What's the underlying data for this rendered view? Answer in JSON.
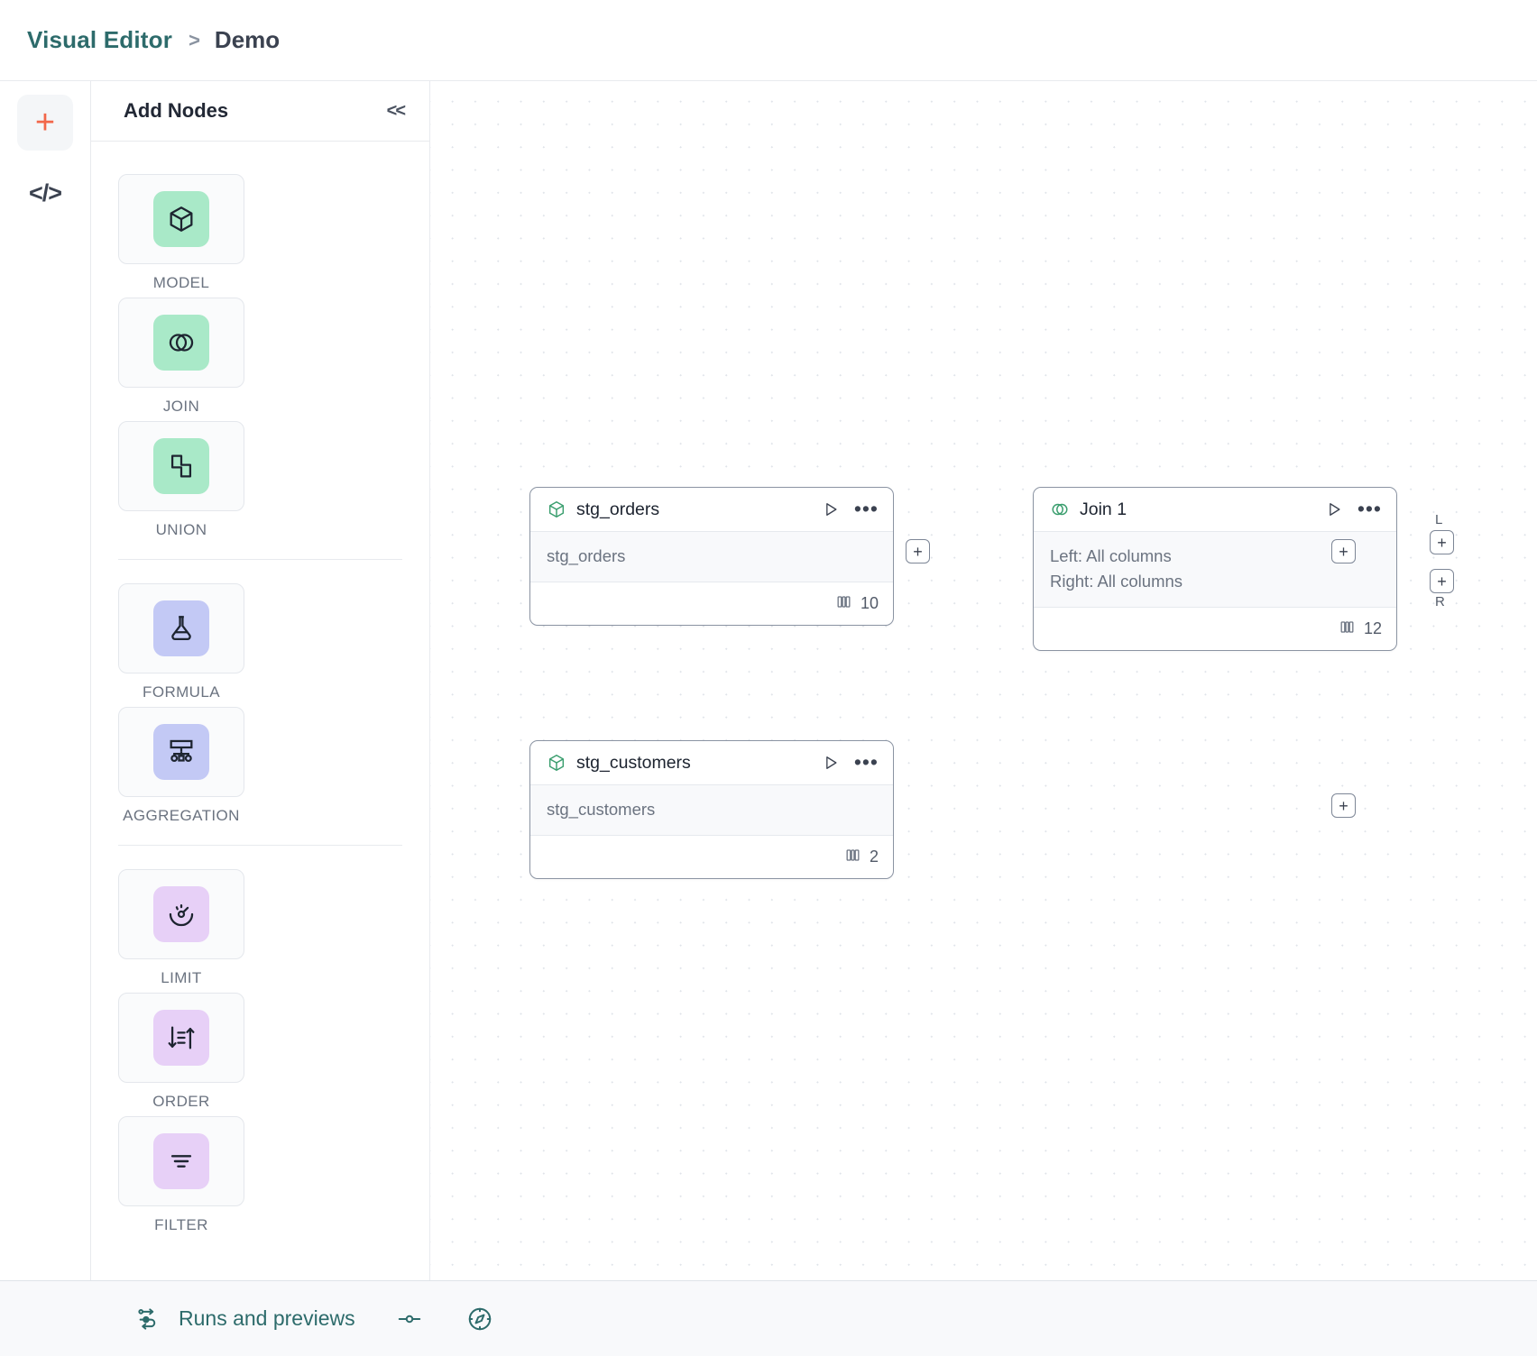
{
  "header": {
    "breadcrumb_root": "Visual Editor",
    "breadcrumb_separator": ">",
    "breadcrumb_current": "Demo",
    "root_color": "#2d6b6b"
  },
  "rail": {
    "items": [
      {
        "name": "add-button",
        "icon": "plus-icon",
        "glyph": "+",
        "color": "#f2674a",
        "active": true
      },
      {
        "name": "code-button",
        "icon": "code-icon",
        "glyph": "</>",
        "color": "#3b4250",
        "active": false
      }
    ]
  },
  "panel": {
    "title": "Add Nodes",
    "collapse_label": "<<",
    "groups": [
      {
        "items": [
          {
            "label": "MODEL",
            "icon": "cube-icon",
            "tile_color": "#a9e9c8"
          },
          {
            "label": "JOIN",
            "icon": "join-circles-icon",
            "tile_color": "#a9e9c8"
          },
          {
            "label": "UNION",
            "icon": "union-squares-icon",
            "tile_color": "#a9e9c8"
          }
        ]
      },
      {
        "items": [
          {
            "label": "FORMULA",
            "icon": "flask-icon",
            "tile_color": "#c3c9f5"
          },
          {
            "label": "AGGREGATION",
            "icon": "aggregation-icon",
            "tile_color": "#c3c9f5"
          }
        ]
      },
      {
        "items": [
          {
            "label": "LIMIT",
            "icon": "gauge-icon",
            "tile_color": "#e7d0f7"
          },
          {
            "label": "ORDER",
            "icon": "sort-icon",
            "tile_color": "#e7d0f7"
          },
          {
            "label": "FILTER",
            "icon": "filter-icon",
            "tile_color": "#e7d0f7"
          }
        ]
      }
    ]
  },
  "canvas": {
    "nodes": [
      {
        "id": "stg_orders",
        "title": "stg_orders",
        "icon": "cube-icon",
        "rows": [
          "stg_orders"
        ],
        "columns_count": "10",
        "columns_icon": "columns-icon",
        "run_icon": "play-icon",
        "menu_icon": "more-options-icon"
      },
      {
        "id": "join_1",
        "title": "Join 1",
        "icon": "join-circles-icon",
        "rows": [
          "Left: All columns",
          "Right: All columns"
        ],
        "columns_count": "12",
        "columns_icon": "columns-icon",
        "run_icon": "play-icon",
        "menu_icon": "more-options-icon",
        "input_port_labels": [
          "L",
          "R"
        ]
      },
      {
        "id": "stg_customers",
        "title": "stg_customers",
        "icon": "cube-icon",
        "rows": [
          "stg_customers"
        ],
        "columns_count": "2",
        "columns_icon": "columns-icon",
        "run_icon": "play-icon",
        "menu_icon": "more-options-icon"
      }
    ],
    "port_glyph": "+"
  },
  "bottombar": {
    "runs_label": "Runs and previews",
    "runs_icon": "runs-flow-icon",
    "toggle_icon": "slider-toggle-icon",
    "compass_icon": "compass-icon",
    "accent_color": "#2d6b6b"
  }
}
